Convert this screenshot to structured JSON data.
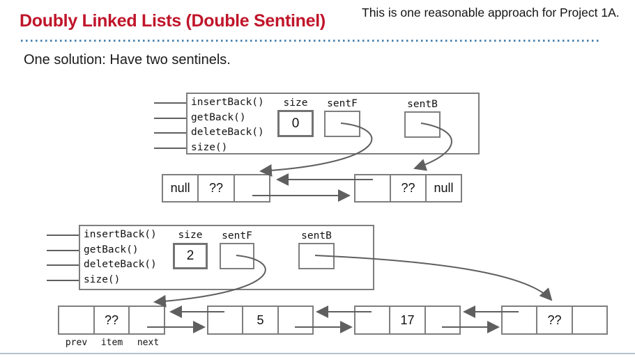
{
  "header": {
    "title": "Doubly Linked Lists (Double Sentinel)",
    "note": "This is one reasonable approach for Project 1A."
  },
  "subtitle": "One solution: Have two sentinels.",
  "colors": {
    "title_red": "#c0152a",
    "dot_blue": "#4e86b0",
    "box_gray": "#7e7e7e",
    "arrow_gray": "#5f5f5f"
  },
  "diagram1": {
    "methods": [
      "insertBack()",
      "getBack()",
      "deleteBack()",
      "size()"
    ],
    "size_label": "size",
    "size_value": "0",
    "sentF_label": "sentF",
    "sentB_label": "sentB",
    "front_node": {
      "cells": [
        "null",
        "??",
        ""
      ]
    },
    "back_node": {
      "cells": [
        "",
        "??",
        "null"
      ]
    }
  },
  "diagram2": {
    "methods": [
      "insertBack()",
      "getBack()",
      "deleteBack()",
      "size()"
    ],
    "size_label": "size",
    "size_value": "2",
    "sentF_label": "sentF",
    "sentB_label": "sentB",
    "nodes": [
      {
        "cells": [
          "",
          "??",
          ""
        ]
      },
      {
        "cells": [
          "",
          "5",
          ""
        ]
      },
      {
        "cells": [
          "",
          "17",
          ""
        ]
      },
      {
        "cells": [
          "",
          "??",
          ""
        ]
      }
    ],
    "field_labels": [
      "prev",
      "item",
      "next"
    ]
  }
}
